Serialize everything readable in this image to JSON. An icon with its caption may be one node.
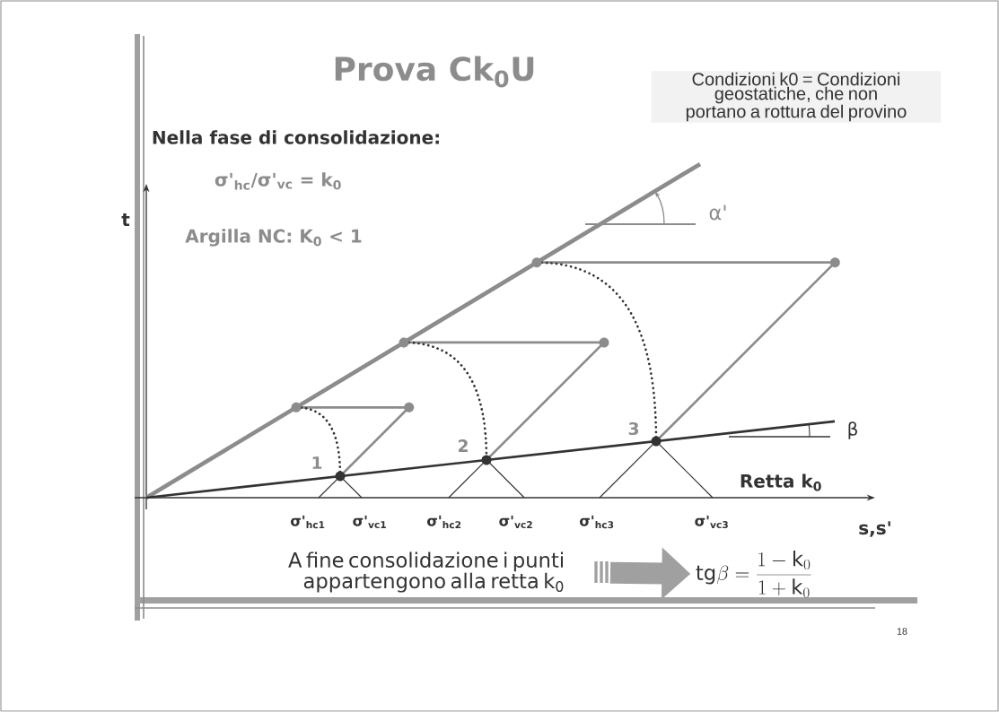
{
  "diagram": {
    "title": "Prova Ck$_{0}$U",
    "nodes": [
      {
        "text": [
          "A fine consolidazione i punti appartengono alla retta k$_{0}$"
        ]
      },
      {
        "text": [
          "\\mathrm{tg}\\beta = \\frac{1-\\mathrm{k}_{0}}{1+\\mathrm{k}_{0}}"
        ]
      }
    ],
    "edges": [
      {
        "from": 0,
        "to": 1,
        "arrow": "to"
      }
    ],
    "labels": [
      "Condizioni k0 = Condizioni geostatiche, che non portano a rottura del provino",
      "Nella fase di consolidazione:",
      "σ'$_{hc}$/σ'$_{vc}$ = k$_{0}$",
      "t",
      "α'",
      "Argilla NC: K$_{0}$ < 1",
      "β",
      "3",
      "2",
      "1",
      "Retta k$_{0}$",
      "σ'$_{hc1}$",
      "σ'$_{vc1}$",
      "σ'$_{hc2}$",
      "σ'$_{vc2}$",
      "σ'$_{hc3}$",
      "σ'$_{vc3}$",
      "s,s'",
      "18"
    ]
  }
}
